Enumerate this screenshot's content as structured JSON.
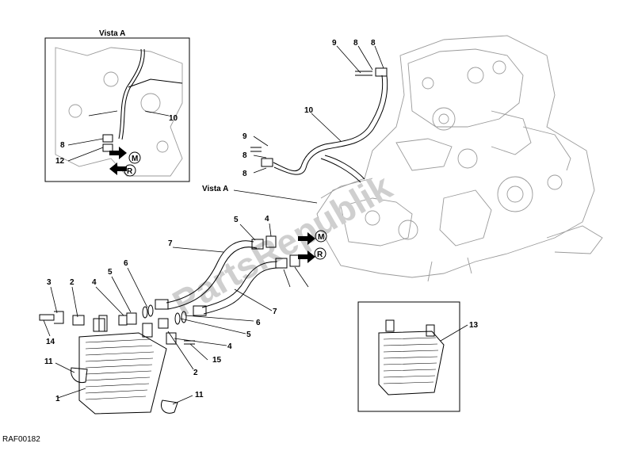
{
  "diagram": {
    "inset_title": "Vista A",
    "view_callout": "Vista A",
    "drawing_code": "RAF00182",
    "watermark": "PartsRepublik",
    "flow_markers": [
      "M",
      "R",
      "M",
      "R"
    ],
    "part_numbers": [
      "1",
      "2",
      "2",
      "3",
      "4",
      "4",
      "4",
      "5",
      "5",
      "5",
      "6",
      "6",
      "7",
      "7",
      "8",
      "8",
      "8",
      "8",
      "8",
      "9",
      "9",
      "10",
      "10",
      "11",
      "11",
      "12",
      "13",
      "14",
      "15"
    ]
  }
}
